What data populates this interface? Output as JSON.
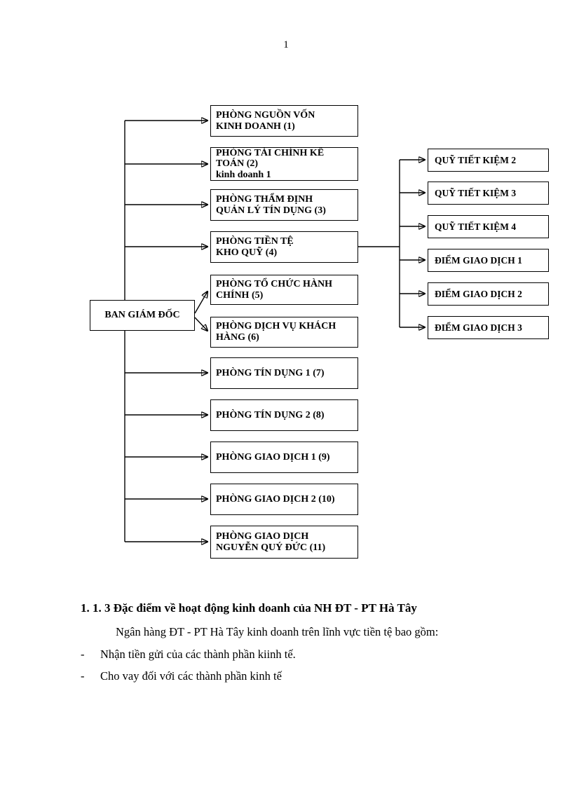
{
  "page_number": "1",
  "org_chart": {
    "root": {
      "label": "BAN GIÁM ĐỐC"
    },
    "departments": [
      {
        "text": "PHÒNG NGUỒN VỐN\nKINH DOANH (1)"
      },
      {
        "text": "PHÒNG TÀI CHÍNH KẾ\nTOÁN (2)\nkinh doanh 1"
      },
      {
        "text": "PHÒNG THẨM ĐỊNH\nQUẢN LÝ TÍN DỤNG (3)"
      },
      {
        "text": "PHÒNG TIỀN TỆ\nKHO QUỸ (4)"
      },
      {
        "text": "PHÒNG TỔ CHỨC HÀNH\nCHÍNH (5)"
      },
      {
        "text": "PHÒNG DỊCH VỤ KHÁCH\nHÀNG (6)"
      },
      {
        "text": "PHÒNG TÍN DỤNG 1 (7)"
      },
      {
        "text": "PHÒNG TÍN DỤNG 2 (8)"
      },
      {
        "text": "PHÒNG GIAO DỊCH 1 (9)"
      },
      {
        "text": "PHÒNG GIAO DỊCH 2 (10)"
      },
      {
        "text": "PHÒNG GIAO DỊCH\nNGUYỄN QUÝ ĐỨC (11)"
      }
    ],
    "branches": [
      {
        "text": "QUỸ TIẾT KIỆM 2"
      },
      {
        "text": "QUỸ TIẾT KIỆM 3"
      },
      {
        "text": "QUỸ TIẾT KIỆM 4"
      },
      {
        "text": "ĐIỂM GIAO DỊCH 1"
      },
      {
        "text": "ĐIỂM GIAO DỊCH 2"
      },
      {
        "text": "ĐIỂM GIAO DỊCH 3"
      }
    ]
  },
  "body": {
    "heading": "1. 1. 3 Đặc điểm về hoạt động kinh doanh của NH ĐT - PT Hà Tây",
    "paragraph": "Ngân hàng ĐT - PT Hà Tây kinh doanh trên lĩnh vực tiền tệ bao gồm:",
    "bullets": [
      {
        "marker": "-",
        "text": "Nhận tiền gửi của các thành phần kiinh tế."
      },
      {
        "marker": "-",
        "text": "Cho vay đối với các thành phần kinh tế"
      }
    ]
  }
}
